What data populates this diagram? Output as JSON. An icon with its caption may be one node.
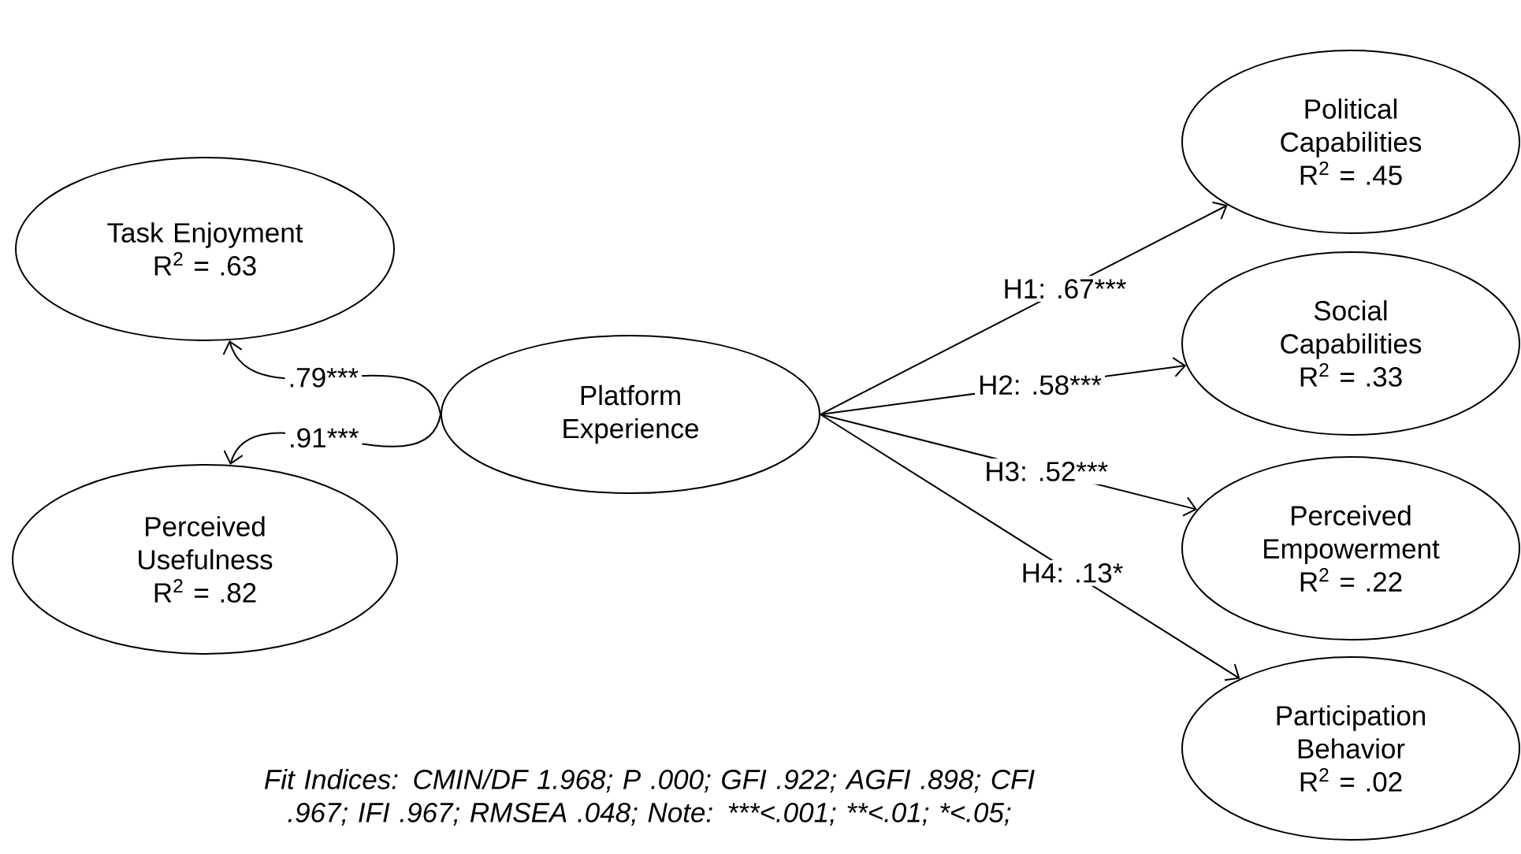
{
  "diagram": {
    "caption": "Fit Indices: CMIN/DF 1.968; P .000; GFI .922; AGFI .898; CFI .967; IFI .967; RMSEA .048; Note: ***<.001; **<.01; *<.05;",
    "nodes": [
      {
        "text": [
          "Task Enjoyment",
          "R$^{2}$ = .63"
        ]
      },
      {
        "text": [
          "Perceived Usefulness",
          "R$^{2}$ = .82"
        ]
      },
      {
        "text": [
          "Platform Experience"
        ]
      },
      {
        "text": [
          "Political Capabilities",
          "R$^{2}$ = .45"
        ]
      },
      {
        "text": [
          "Social Capabilities",
          "R$^{2}$ = .33"
        ]
      },
      {
        "text": [
          "Perceived Empowerment",
          "R$^{2}$ = .22"
        ]
      },
      {
        "text": [
          "Participation Behavior",
          "R$^{2}$ = .02"
        ]
      }
    ],
    "edges": [
      {
        "from": 2,
        "to": 0,
        "arrow": "to",
        "label": ".79***"
      },
      {
        "from": 2,
        "to": 1,
        "arrow": "to",
        "label": ".91***"
      },
      {
        "from": 2,
        "to": 3,
        "arrow": "to",
        "label": "H1: .67***"
      },
      {
        "from": 2,
        "to": 4,
        "arrow": "to",
        "label": "H2: .58***"
      },
      {
        "from": 2,
        "to": 5,
        "arrow": "to",
        "label": "H3: .52***"
      },
      {
        "from": 2,
        "to": 6,
        "arrow": "to",
        "label": "H4: .13*"
      }
    ]
  }
}
